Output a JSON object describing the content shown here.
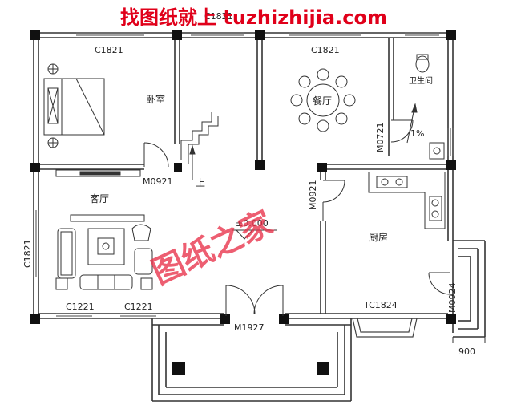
{
  "watermark": {
    "banner": "找图纸就上 tuzhizhijia.com",
    "stamp": "图纸之家"
  },
  "rooms": {
    "bedroom": "卧室",
    "dining": "餐厅",
    "bathroom": "卫生间",
    "living": "客厅",
    "kitchen": "厨房"
  },
  "codes": {
    "c1821_top_left": "C1821",
    "c1821_top_right": "C1821",
    "c1821_left": "C1821",
    "c1821_top_mid": "C1821",
    "m0921_bedroom": "M0921",
    "m0921_kitchen": "M0921",
    "m0721": "M0721",
    "c1221_a": "C1221",
    "c1221_b": "C1221",
    "m1927": "M1927",
    "tc1824": "TC1824",
    "m0924": "M0924"
  },
  "annotations": {
    "stair_up": "上",
    "slope": "1%",
    "elevation": "±0.000",
    "dim_900": "900"
  }
}
